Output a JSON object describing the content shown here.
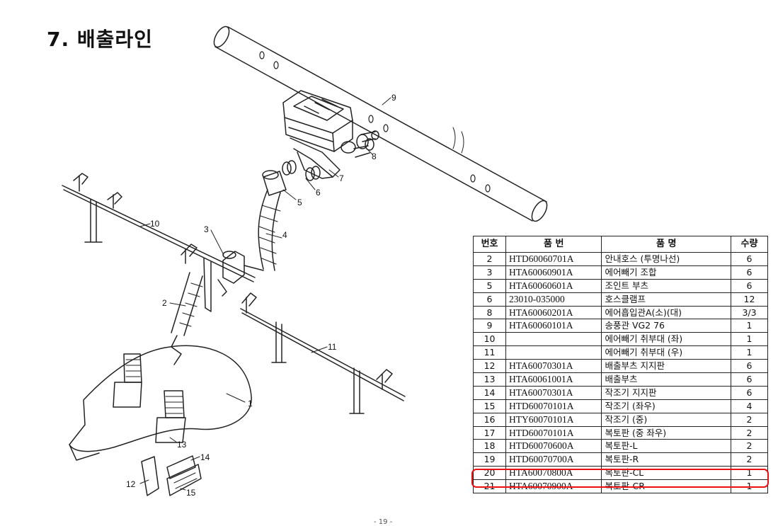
{
  "title": "7. 배출라인",
  "callouts": [
    "1",
    "2",
    "3",
    "4",
    "5",
    "6",
    "7",
    "8",
    "9",
    "10",
    "11",
    "12",
    "13",
    "14",
    "15"
  ],
  "table": {
    "headers": [
      "번호",
      "품    번",
      "품    명",
      "수량"
    ],
    "rows": [
      {
        "no": "2",
        "part": "HTD60060701A",
        "name": "안내호스 (투명나선)",
        "qty": "6"
      },
      {
        "no": "3",
        "part": "HTA60060901A",
        "name": "에어빼기 조합",
        "qty": "6"
      },
      {
        "no": "5",
        "part": "HTA60060601A",
        "name": "조인트 부츠",
        "qty": "6"
      },
      {
        "no": "6",
        "part": "23010-035000",
        "name": "호스클램프",
        "qty": "12"
      },
      {
        "no": "8",
        "part": "HTA60060201A",
        "name": "에어흡입관A(소)(대)",
        "qty": "3/3"
      },
      {
        "no": "9",
        "part": "HTA60060101A",
        "name": "송풍관 VG2 76",
        "qty": "1"
      },
      {
        "no": "10",
        "part": "",
        "name": "에어빼기 취부대 (좌)",
        "qty": "1"
      },
      {
        "no": "11",
        "part": "",
        "name": "에어빼기 취부대 (우)",
        "qty": "1"
      },
      {
        "no": "12",
        "part": "HTA60070301A",
        "name": "배출부츠 지지판",
        "qty": "6"
      },
      {
        "no": "13",
        "part": "HTA60061001A",
        "name": "배출부츠",
        "qty": "6"
      },
      {
        "no": "14",
        "part": "HTA60070301A",
        "name": "작조기 지지판",
        "qty": "6"
      },
      {
        "no": "15",
        "part": "HTD60070101A",
        "name": "작조기 (좌우)",
        "qty": "4"
      },
      {
        "no": "16",
        "part": "HTY60070101A",
        "name": "작조기 (중)",
        "qty": "2"
      },
      {
        "no": "17",
        "part": "HTD60070101A",
        "name": "복토판 (중 좌우)",
        "qty": "2"
      },
      {
        "no": "18",
        "part": "HTD60070600A",
        "name": "복토판-L",
        "qty": "2"
      },
      {
        "no": "19",
        "part": "HTD60070700A",
        "name": "복토판-R",
        "qty": "2"
      },
      {
        "no": "20",
        "part": "HTA60070800A",
        "name": "복토판-CL",
        "qty": "1"
      },
      {
        "no": "21",
        "part": "HTA60070900A",
        "name": "복토판-CR",
        "qty": "1"
      }
    ]
  },
  "highlight_color": "#e81010",
  "footer_text": "- 19 -"
}
